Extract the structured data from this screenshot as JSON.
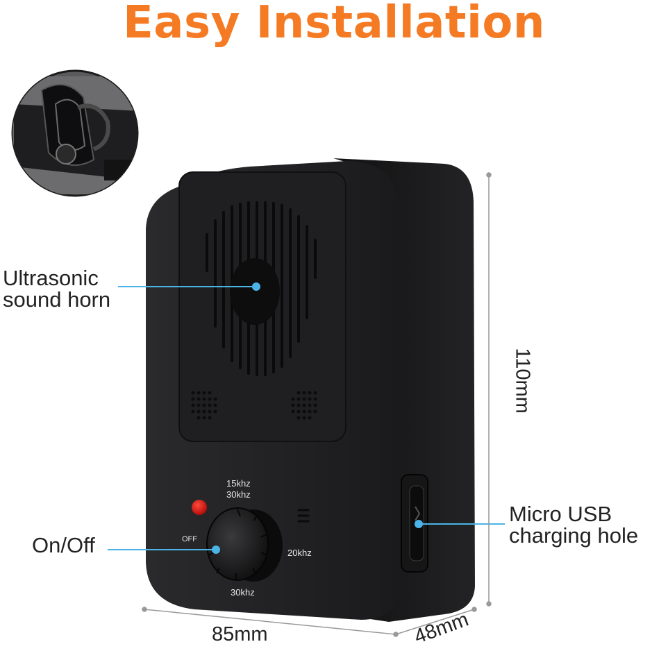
{
  "header": {
    "title": "Easy Installation"
  },
  "callouts": {
    "horn": [
      "Ultrasonic",
      "sound horn"
    ],
    "switch": "On/Off",
    "usb": [
      "Micro USB",
      "charging hole"
    ]
  },
  "dimensions": {
    "height": "110mm",
    "width": "85mm",
    "depth": "48mm"
  },
  "dial": {
    "top_line1": "15khz",
    "top_line2": "30khz",
    "right": "20khz",
    "bottom": "30khz",
    "off": "OFF"
  },
  "colors": {
    "title": "#f57a24",
    "callout_line": "#4bb4e6",
    "device": "#1c1c1e",
    "led": "#e01010"
  }
}
